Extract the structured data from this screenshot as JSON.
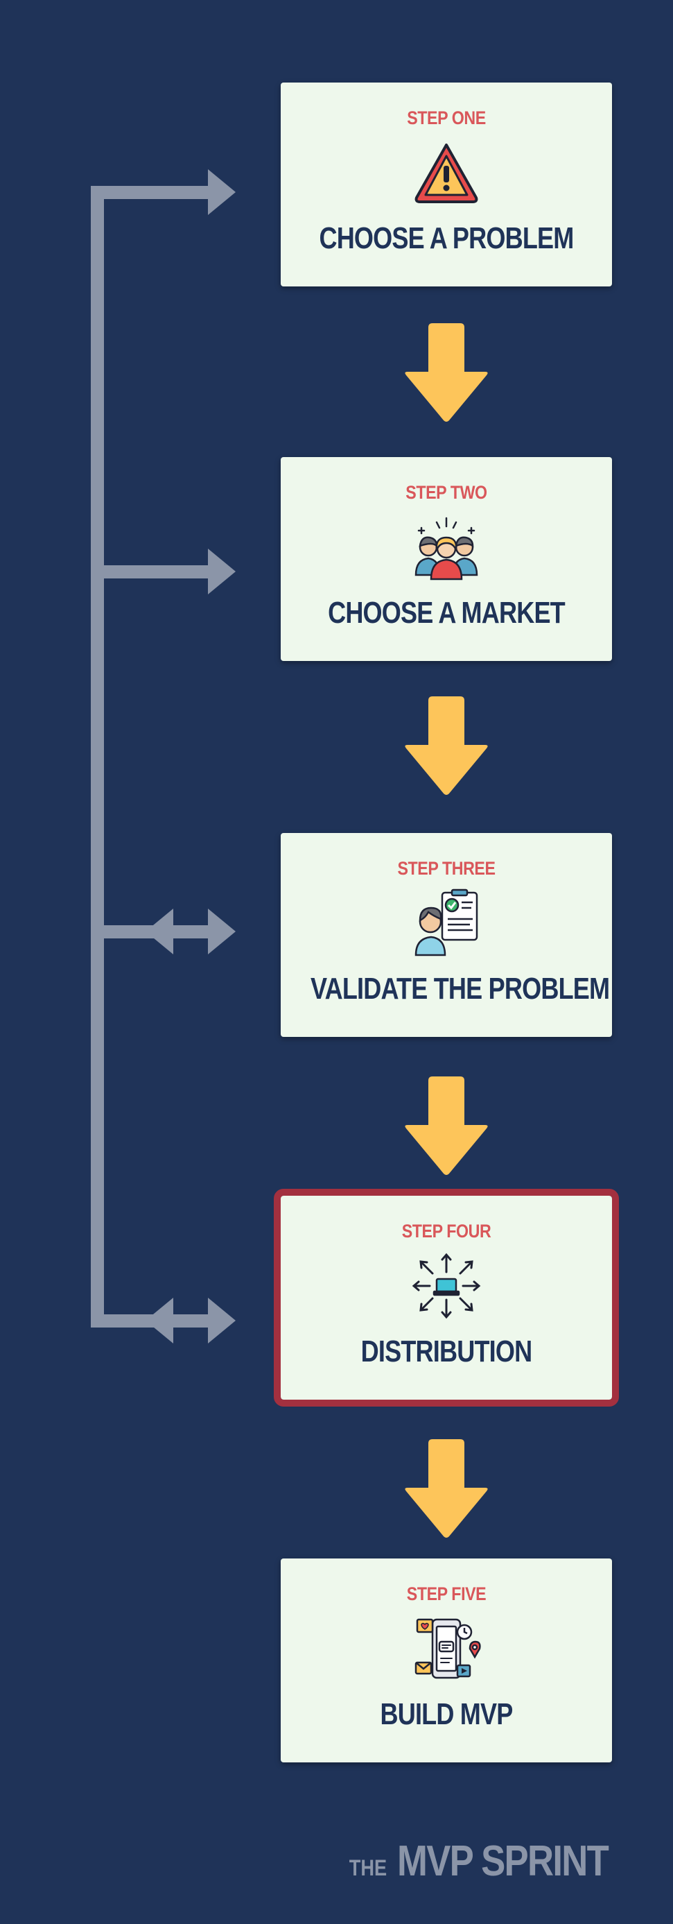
{
  "steps": [
    {
      "label": "STEP ONE",
      "title": "CHOOSE A PROBLEM",
      "icon": "warning-triangle-icon"
    },
    {
      "label": "STEP TWO",
      "title": "CHOOSE A MARKET",
      "icon": "group-of-people-icon"
    },
    {
      "label": "STEP THREE",
      "title": "VALIDATE THE PROBLEM",
      "icon": "person-checklist-icon"
    },
    {
      "label": "STEP FOUR",
      "title": "DISTRIBUTION",
      "icon": "laptop-broadcast-icon"
    },
    {
      "label": "STEP FIVE",
      "title": "BUILD MVP",
      "icon": "mobile-app-icon"
    }
  ],
  "highlighted_step": "STEP FOUR",
  "brand": {
    "prefix": "THE",
    "name": "MVP SPRINT"
  },
  "colors": {
    "background": "#1f3358",
    "card": "#eef8ec",
    "step_label": "#d9575a",
    "title": "#1f3358",
    "flow_arrow": "#fdc55a",
    "feedback_arrow": "#8b95a8",
    "highlight_border": "#a3303f"
  }
}
